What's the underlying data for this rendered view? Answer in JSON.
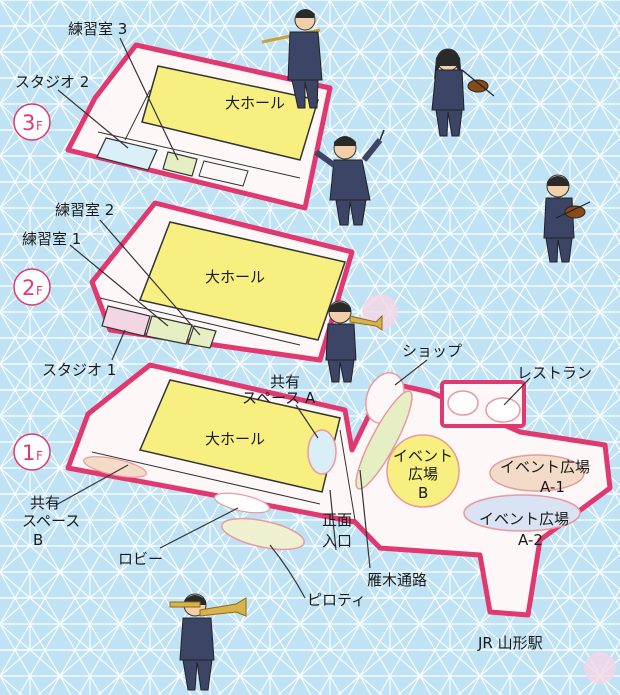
{
  "colors": {
    "background": "#bfe2f4",
    "pattern": "#ffffff",
    "floor_fill": "#fdf7f8",
    "floor_edge": "#e0386f",
    "hall_fill": "#f7ef7f",
    "outline": "#333333"
  },
  "floors": [
    {
      "label": "3",
      "suffix": "F",
      "hall": "大ホール"
    },
    {
      "label": "2",
      "suffix": "F",
      "hall": "大ホール"
    },
    {
      "label": "1",
      "suffix": "F",
      "hall": "大ホール"
    }
  ],
  "labels": {
    "practice_room_3": "練習室 3",
    "studio_2": "スタジオ 2",
    "practice_room_2": "練習室 2",
    "practice_room_1": "練習室 1",
    "studio_1": "スタジオ 1",
    "shop": "ショップ",
    "restaurant": "レストラン",
    "shared_space_a": [
      "共有",
      "スペース A"
    ],
    "event_plaza_b": [
      "イベント",
      "広場",
      "B"
    ],
    "event_plaza_a1": [
      "イベント広場",
      "A-1"
    ],
    "event_plaza_a2": [
      "イベント広場",
      "A-2"
    ],
    "shared_space_b": [
      "共有",
      "スペース",
      "B"
    ],
    "main_entrance": [
      "正面",
      "入口"
    ],
    "lobby": "ロビー",
    "gangi_passage": "雁木通路",
    "piloti": "ピロティ",
    "jr_station": "JR 山形駅"
  },
  "musicians": [
    {
      "name": "flutist",
      "instrument": "flute-icon"
    },
    {
      "name": "violinist-1",
      "instrument": "violin-icon"
    },
    {
      "name": "conductor",
      "instrument": "baton-icon"
    },
    {
      "name": "violinist-2",
      "instrument": "violin-icon"
    },
    {
      "name": "trumpeter",
      "instrument": "trumpet-icon"
    },
    {
      "name": "trombonist",
      "instrument": "trombone-icon"
    }
  ]
}
